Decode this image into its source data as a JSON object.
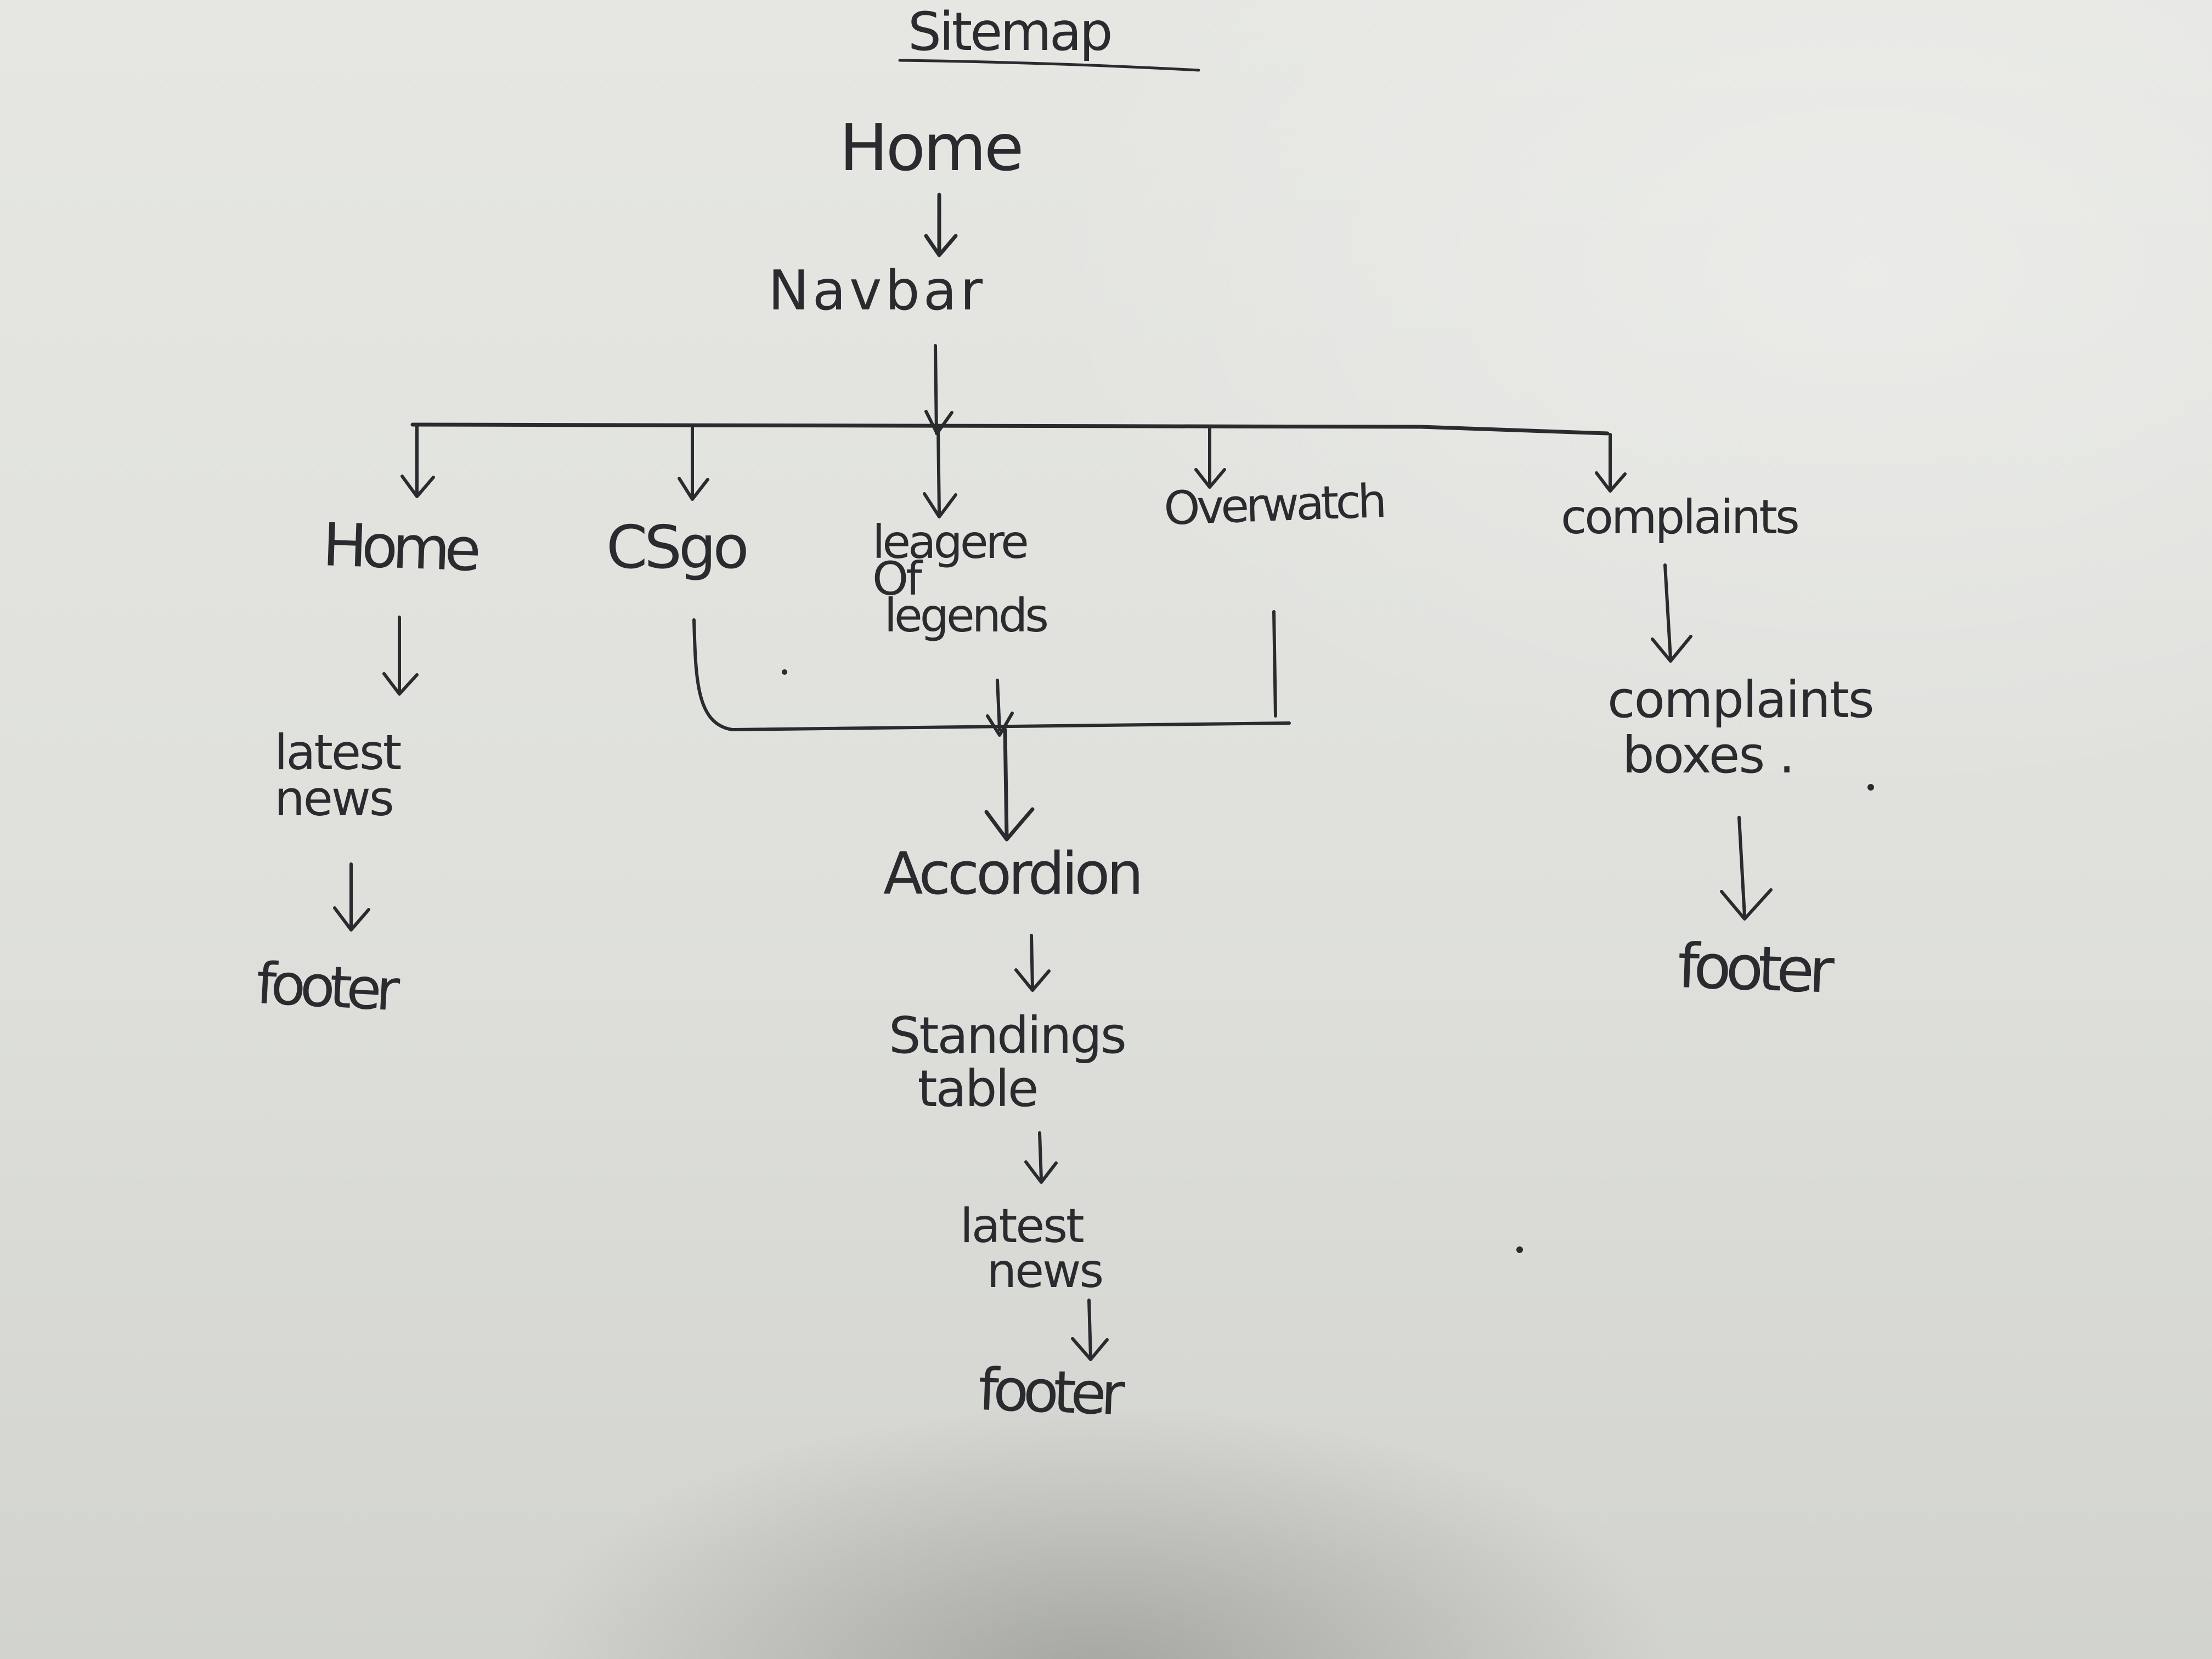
{
  "title": "Sitemap",
  "nodes": {
    "home_root": "Home",
    "navbar": "Navbar",
    "home": "Home",
    "csgo": "CSgo",
    "league_of_legends": "leagere\nOf\n legends",
    "overwatch": "Overwatch",
    "complaints": "complaints",
    "home_latest_news": "latest\nnews",
    "home_footer": "footer",
    "accordion": "Accordion",
    "standings_table": "Standings\n  table",
    "games_latest_news": "latest\n  news",
    "games_footer": "footer",
    "complaints_boxes": "complaints\n boxes .",
    "complaints_footer": "footer"
  },
  "edges": [
    [
      "home_root",
      "navbar"
    ],
    [
      "navbar",
      "home"
    ],
    [
      "navbar",
      "csgo"
    ],
    [
      "navbar",
      "league_of_legends"
    ],
    [
      "navbar",
      "overwatch"
    ],
    [
      "navbar",
      "complaints"
    ],
    [
      "home",
      "home_latest_news"
    ],
    [
      "home_latest_news",
      "home_footer"
    ],
    [
      "csgo",
      "accordion"
    ],
    [
      "league_of_legends",
      "accordion"
    ],
    [
      "overwatch",
      "accordion"
    ],
    [
      "accordion",
      "standings_table"
    ],
    [
      "standings_table",
      "games_latest_news"
    ],
    [
      "games_latest_news",
      "games_footer"
    ],
    [
      "complaints",
      "complaints_boxes"
    ],
    [
      "complaints_boxes",
      "complaints_footer"
    ]
  ],
  "colors": {
    "paper": "#e3e4e0",
    "ink": "#2a2b2e"
  }
}
